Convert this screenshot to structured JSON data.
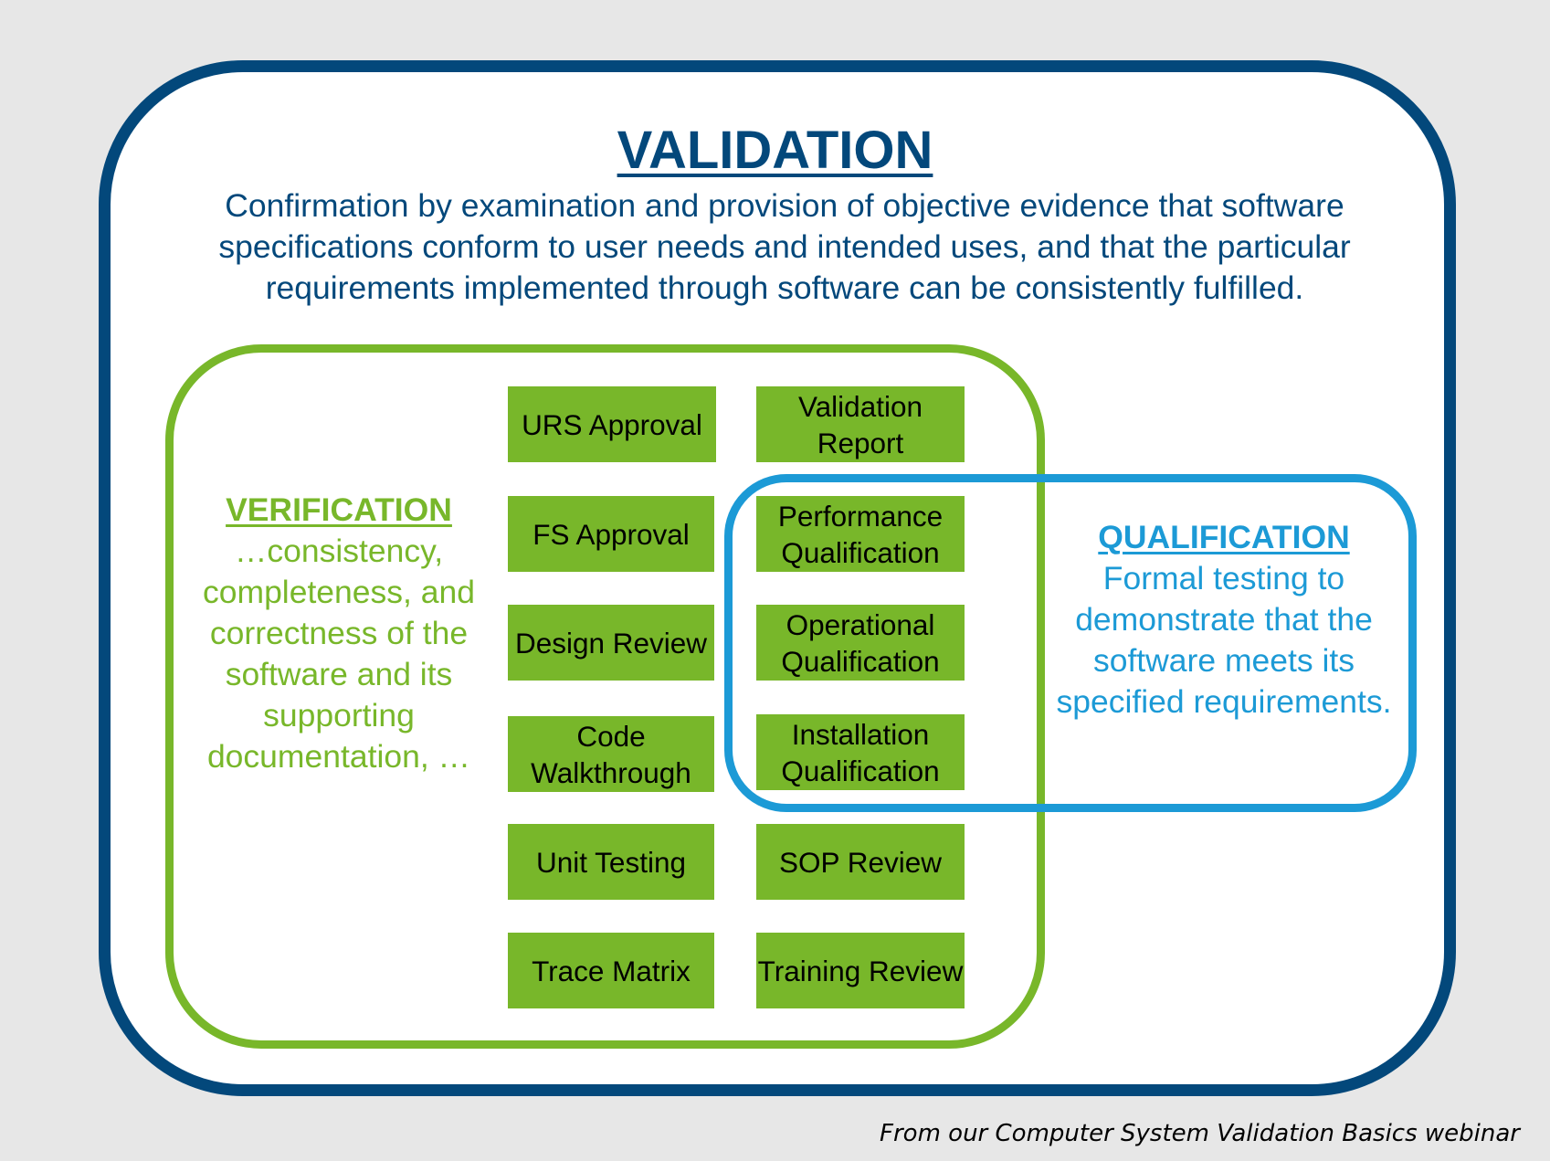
{
  "validation": {
    "title": "VALIDATION",
    "description": "Confirmation by examination and provision of objective evidence that software specifications conform to user needs and intended uses, and that the particular requirements implemented through software can be consistently fulfilled."
  },
  "verification": {
    "title": "VERIFICATION",
    "description": "…consistency, completeness, and correctness of the software and its supporting documentation, …"
  },
  "qualification": {
    "title": "QUALIFICATION",
    "description": "Formal testing to demonstrate that the software meets its specified requirements."
  },
  "activities": {
    "urs_approval": "URS Approval",
    "fs_approval": "FS Approval",
    "design_review": "Design Review",
    "code_walkthrough": "Code Walkthrough",
    "unit_testing": "Unit Testing",
    "trace_matrix": "Trace Matrix",
    "validation_report": "Validation Report",
    "performance_qualification": "Performance Qualification",
    "operational_qualification": "Operational Qualification",
    "installation_qualification": "Installation Qualification",
    "sop_review": "SOP Review",
    "training_review": "Training Review"
  },
  "source_note": "From our Computer System Validation Basics webinar",
  "colors": {
    "validation": "#03487b",
    "verification": "#78b72a",
    "qualification": "#1c9ad6",
    "background": "#e7e7e7"
  }
}
